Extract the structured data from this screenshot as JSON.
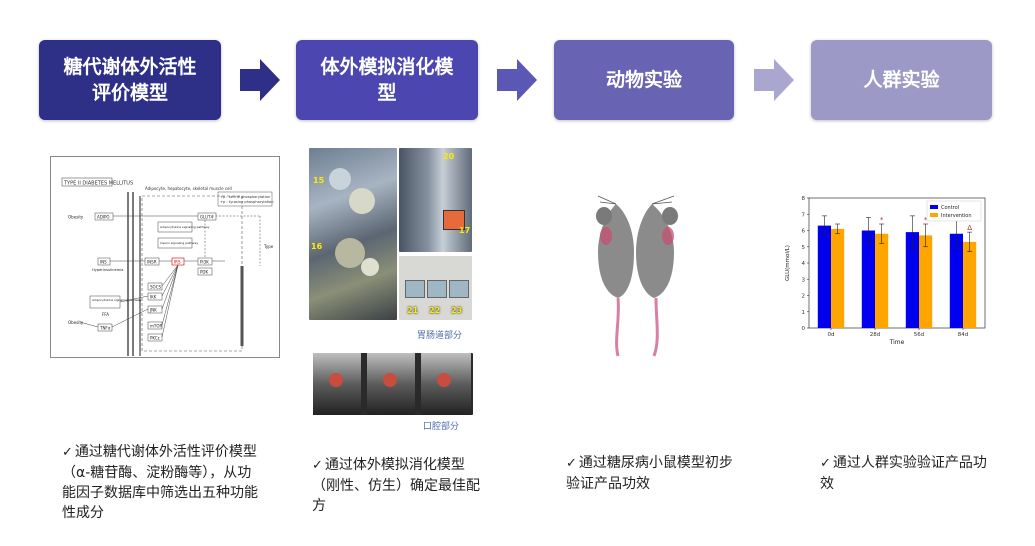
{
  "steps": [
    {
      "title": "糖代谢体外活性\n评价模型",
      "color": "#2e2f86"
    },
    {
      "title": "体外模拟消化模\n型",
      "color": "#4b46b0"
    },
    {
      "title": "动物实验",
      "color": "#6863b3"
    },
    {
      "title": "人群实验",
      "color": "#9c99c6"
    }
  ],
  "arrow_colors": [
    "#2e2f86",
    "#5b57b5",
    "#a9a6cf"
  ],
  "captions": [
    "通过糖代谢体外活性评价模型（α-糖苷酶、淀粉酶等），从功能因子数据库中筛选出五种功能性成分",
    "通过体外模拟消化模型（刚性、仿生）确定最佳配方",
    "通过糖尿病小鼠模型初步验证产品功效",
    "通过人群实验验证产品功效"
  ],
  "pathway": {
    "title": "TYPE II DIABETES MELLITUS",
    "header": "Adipocyte, hepatocyte, skeletal muscle cell",
    "legend1": "+p : serine phosphorylation",
    "legend2": "+p : tyrosine phosphorylation",
    "nodes": [
      "ADIPO",
      "GLUT4",
      "INS",
      "INSR",
      "IRS",
      "PI3K",
      "PDK",
      "SOCS",
      "IKK",
      "JNK",
      "mTOR",
      "PKCε",
      "TNFα",
      "FFA",
      "Obesity",
      "Hyperinsulinemia",
      "Adipocytokine signaling pathway",
      "Insulin signaling pathway",
      "Type"
    ]
  },
  "digest": {
    "labels": [
      "15",
      "20",
      "16",
      "17",
      "21",
      "22",
      "23"
    ],
    "label_stomach": "胃肠道部分",
    "label_mouth": "口腔部分"
  },
  "chart_data": {
    "type": "bar",
    "categories": [
      "0d",
      "28d",
      "56d",
      "84d"
    ],
    "series": [
      {
        "name": "Control",
        "values": [
          6.3,
          6.0,
          5.9,
          5.8
        ],
        "errors": [
          0.6,
          0.8,
          1.0,
          0.9
        ],
        "color": "#0000ee"
      },
      {
        "name": "Intervention",
        "values": [
          6.1,
          5.8,
          5.7,
          5.3
        ],
        "errors": [
          0.3,
          0.6,
          0.7,
          0.6
        ],
        "color": "#ffa500"
      }
    ],
    "annotations": [
      {
        "category": "28d",
        "series": "Intervention",
        "text": "*"
      },
      {
        "category": "56d",
        "series": "Intervention",
        "text": "*"
      },
      {
        "category": "84d",
        "series": "Control",
        "text": "*"
      },
      {
        "category": "84d",
        "series": "Intervention",
        "text": "Δ"
      }
    ],
    "xlabel": "Time",
    "ylabel": "GLU(mmol/L)",
    "ylim": [
      0,
      8
    ],
    "yticks": [
      0,
      1,
      2,
      3,
      4,
      5,
      6,
      7,
      8
    ],
    "legend_position": "top-right",
    "grid": false
  }
}
